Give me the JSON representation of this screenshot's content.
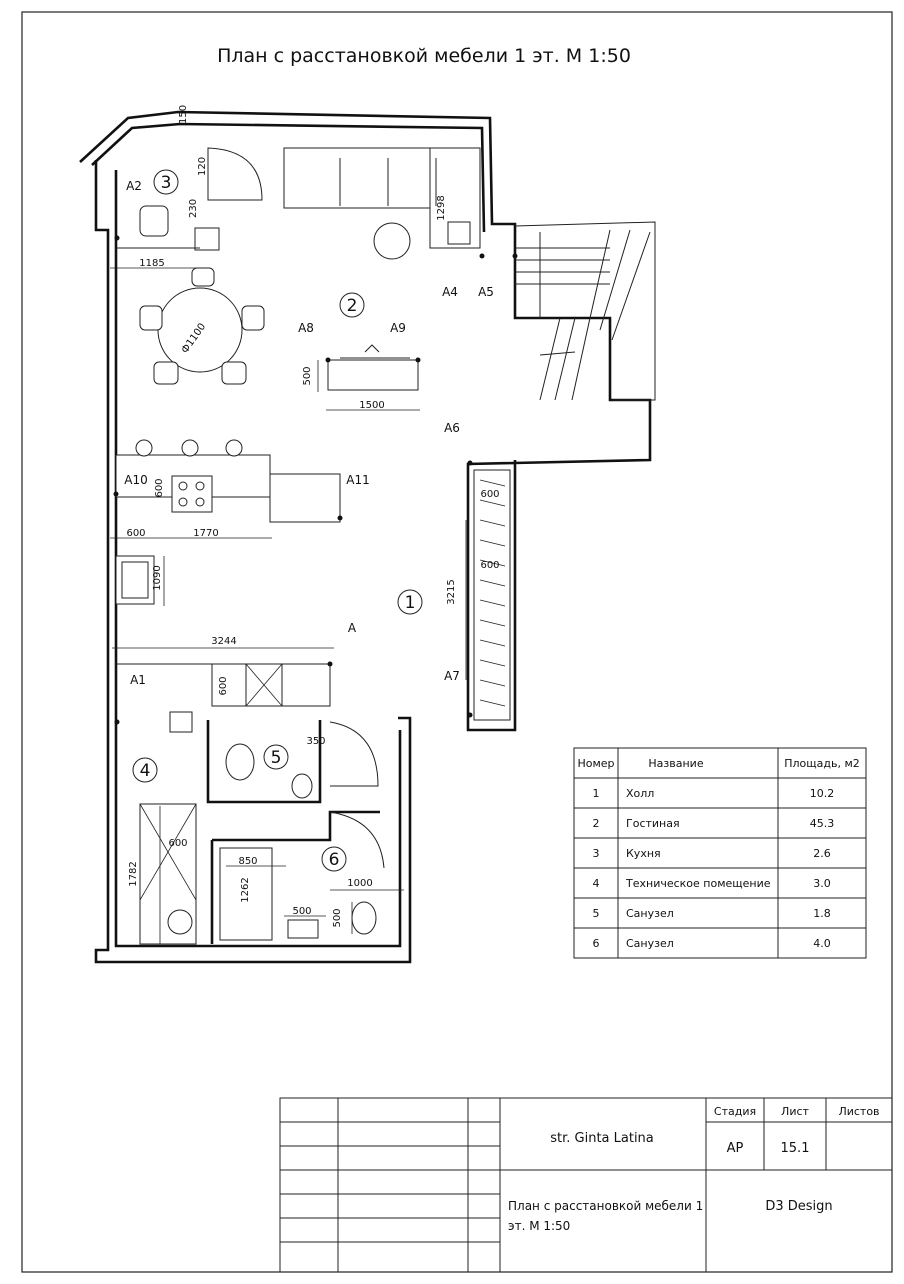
{
  "title": "План с расстановкой мебели 1 эт. М 1:50",
  "room_numbers": [
    "1",
    "2",
    "3",
    "4",
    "5",
    "6"
  ],
  "markers": {
    "A": "A",
    "A1": "A1",
    "A2": "A2",
    "A4": "A4",
    "A5": "A5",
    "A6": "A6",
    "A7": "A7",
    "A8": "A8",
    "A9": "A9",
    "A10": "A10",
    "A11": "A11"
  },
  "dimensions": {
    "d150": "150",
    "d120": "120",
    "d230": "230",
    "d1185": "1185",
    "d1100": "Ф1100",
    "d500a": "500",
    "d1500": "1500",
    "d1298": "1298",
    "d600a": "600",
    "d600b": "600",
    "d1770": "1770",
    "d1090": "1090",
    "d600c": "600",
    "d600d": "600",
    "d3215": "3215",
    "d3244": "3244",
    "d600e": "600",
    "d350": "350",
    "d600f": "600",
    "d1782": "1782",
    "d850": "850",
    "d1262": "1262",
    "d1000": "1000",
    "d500b": "500",
    "d500c": "500"
  },
  "room_table": {
    "headers": [
      "Номер",
      "Название",
      "Площадь, м2"
    ],
    "rows": [
      {
        "num": "1",
        "name": "Холл",
        "area": "10.2"
      },
      {
        "num": "2",
        "name": "Гостиная",
        "area": "45.3"
      },
      {
        "num": "3",
        "name": "Кухня",
        "area": "2.6"
      },
      {
        "num": "4",
        "name": "Техническое помещение",
        "area": "3.0"
      },
      {
        "num": "5",
        "name": "Санузел",
        "area": "1.8"
      },
      {
        "num": "6",
        "name": "Санузел",
        "area": "4.0"
      }
    ]
  },
  "title_block": {
    "address": "str. Ginta Latina",
    "stage_label": "Стадия",
    "sheet_label": "Лист",
    "sheets_label": "Листов",
    "stage_value": "АР",
    "sheet_value": "15.1",
    "sheets_value": "",
    "drawing_name_line1": "План с расстановкой мебели 1",
    "drawing_name_line2": "эт. М 1:50",
    "company": "D3 Design"
  }
}
